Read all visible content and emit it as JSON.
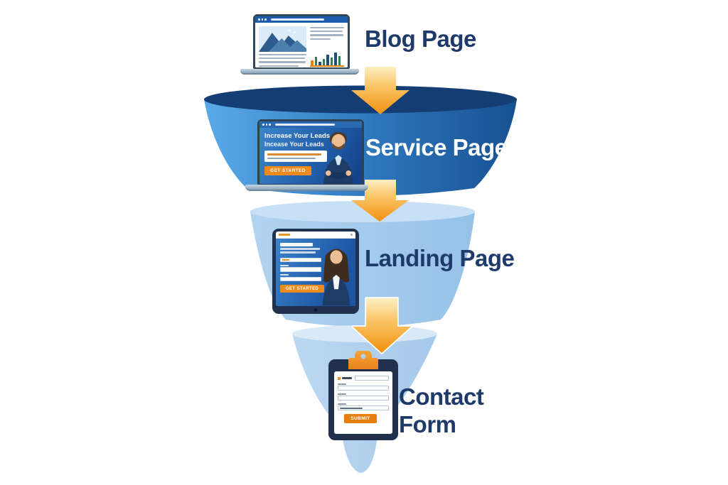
{
  "stages": [
    {
      "name": "blog",
      "label": "Blog Page"
    },
    {
      "name": "service",
      "label": "Service Page"
    },
    {
      "name": "landing",
      "label": "Landing Page"
    },
    {
      "name": "contact",
      "label": "Contact Form"
    }
  ],
  "service_screen": {
    "headline_line1": "Increase Your Leads",
    "headline_line2": "Incease Your Leads",
    "cta_label": "GET STARTED"
  },
  "landing_screen": {
    "cta_label": "GET STARTED"
  },
  "contact_clipboard": {
    "submit_label": "SUBMIT"
  },
  "colors": {
    "label_dark_navy": "#1e3a6b",
    "label_white": "#ffffff",
    "funnel_stage1_rim": "#143e73",
    "funnel_stage1_body_left": "#5aaae8",
    "funnel_stage1_body_right": "#175191",
    "funnel_stage2_body": "#a9cdee",
    "funnel_stage2_rim": "#c8e0f6",
    "funnel_stage3_body": "#b3d3ee",
    "funnel_stage3_rim": "#d9e9f8",
    "arrow_orange": "#f09110",
    "arrow_cream": "#fdedb7",
    "cta_orange": "#ef8a1c"
  }
}
